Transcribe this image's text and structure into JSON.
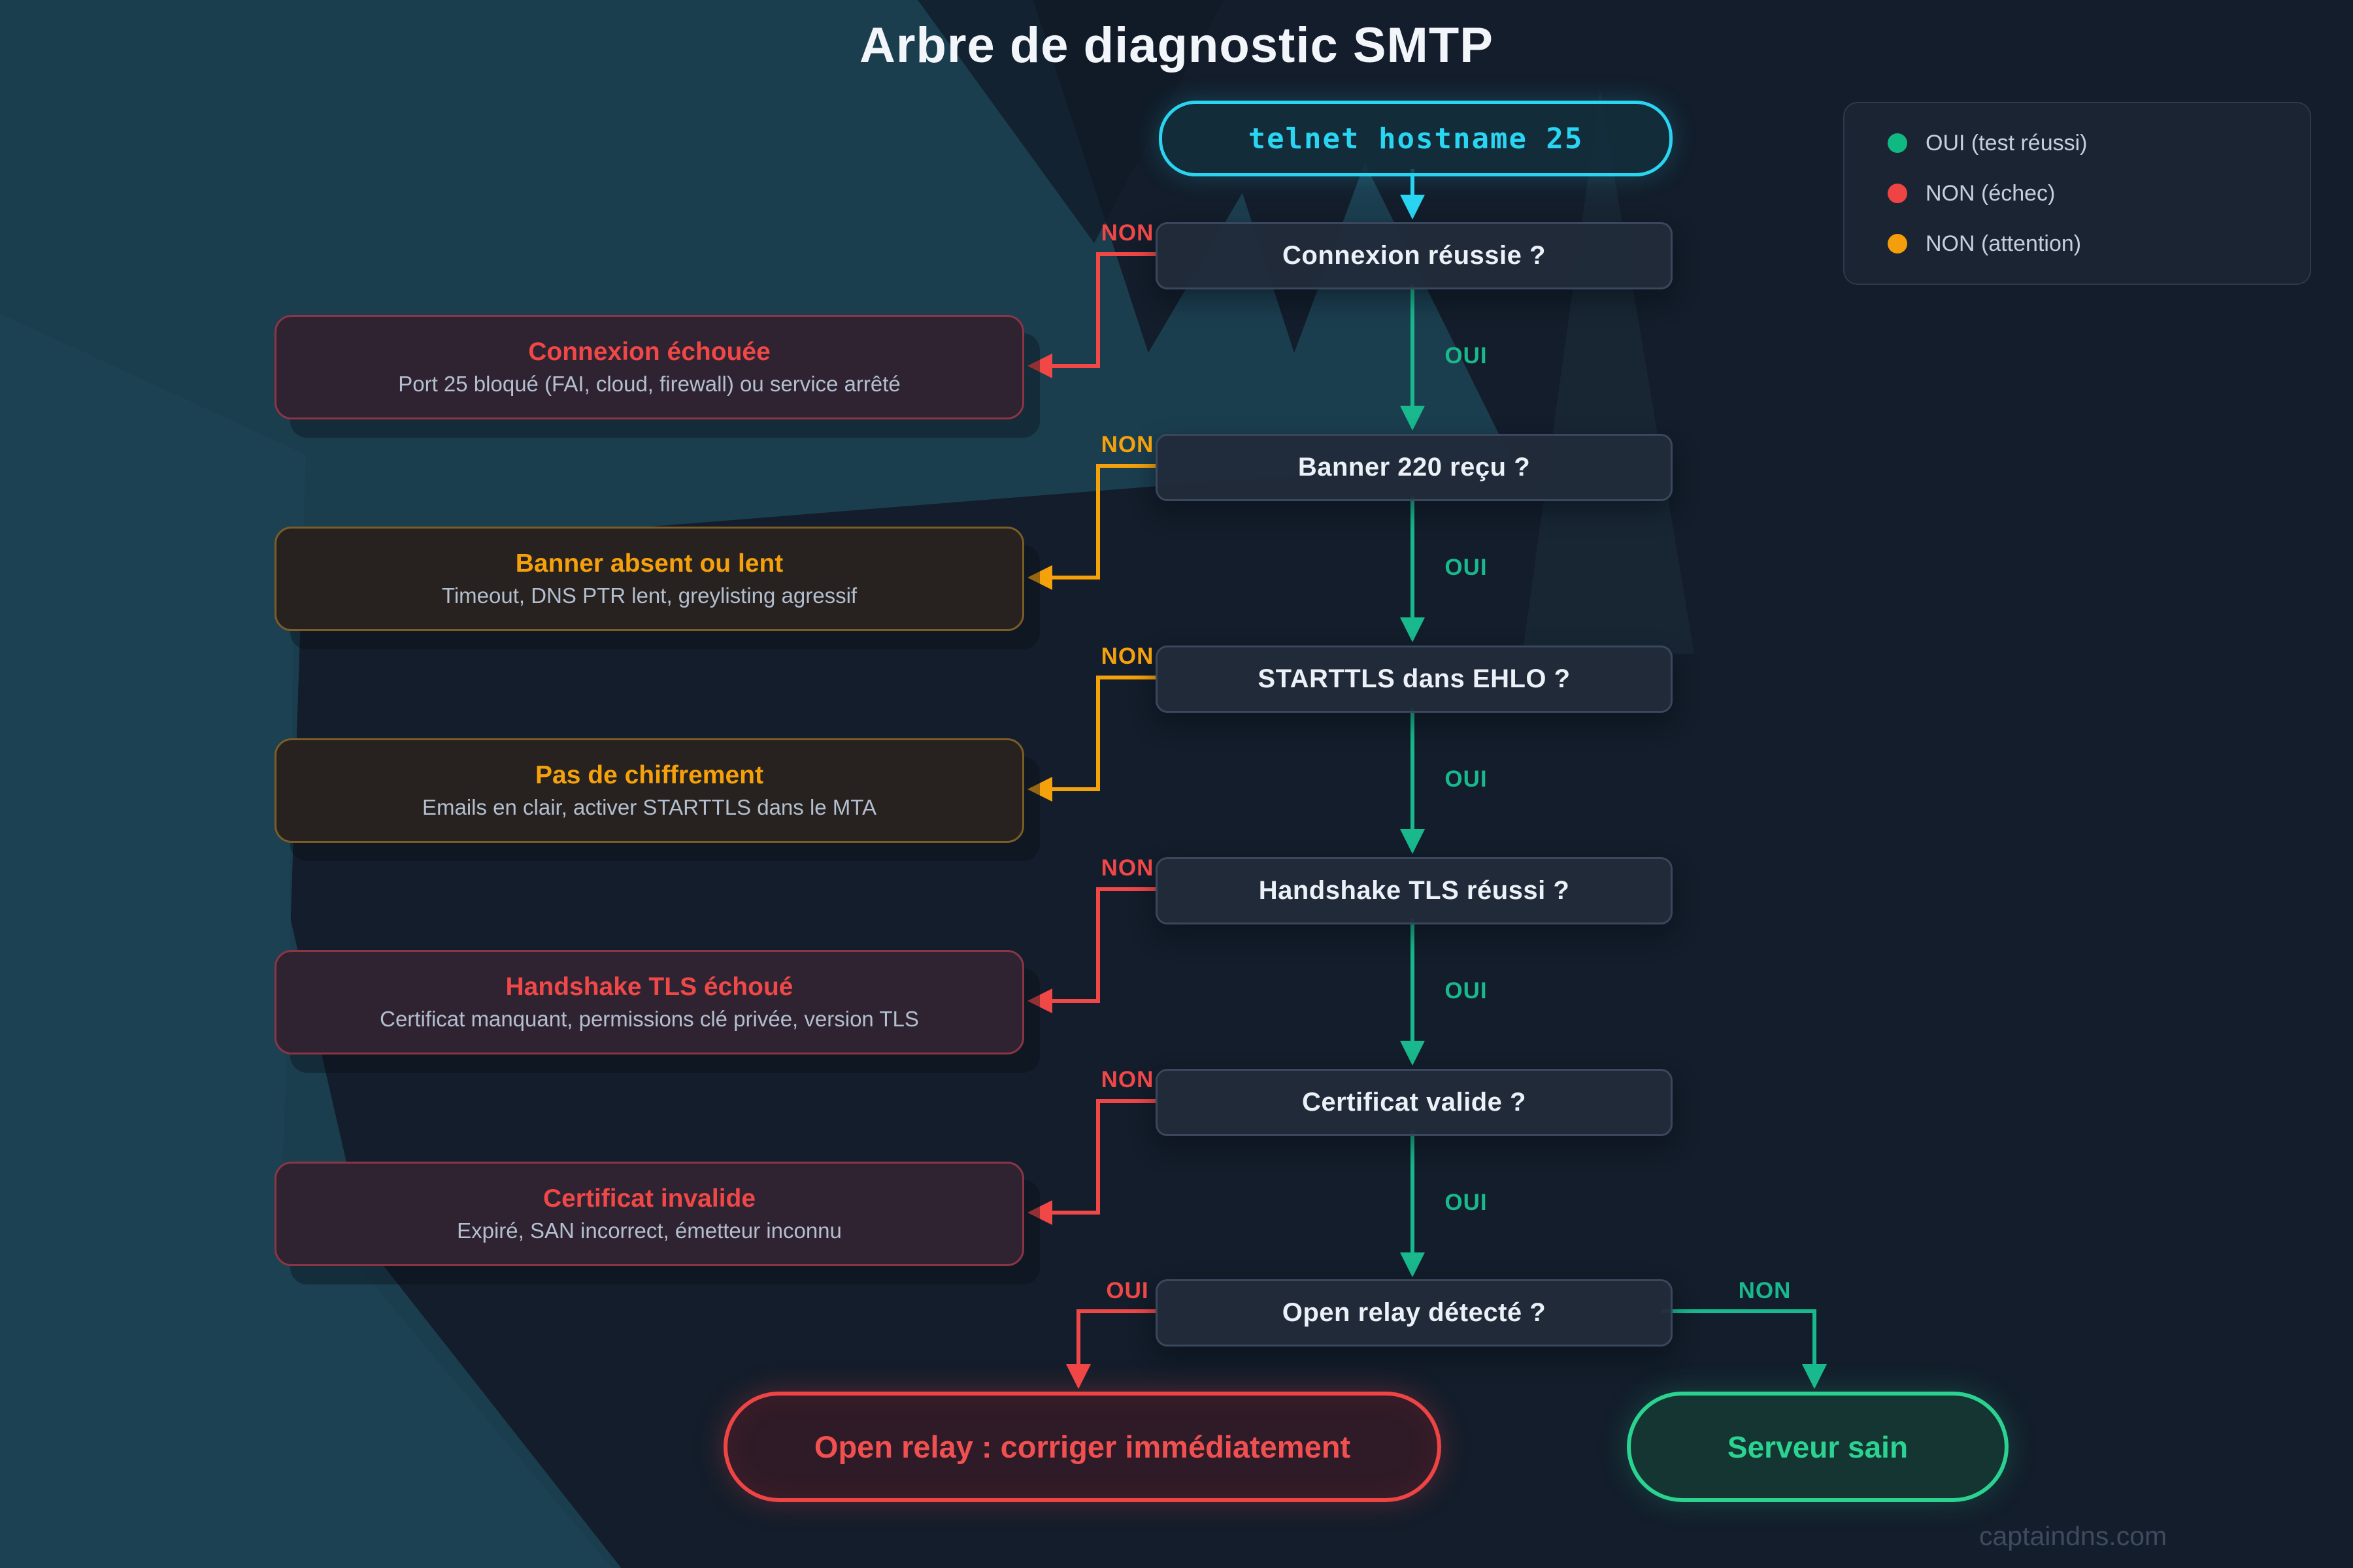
{
  "title": "Arbre de diagnostic SMTP",
  "watermark": "captaindns.com",
  "start_node": {
    "command": "telnet hostname 25"
  },
  "decisions": [
    {
      "question": "Connexion réussie ?",
      "yes_label": "OUI",
      "no_label": "NON",
      "no_type": "error"
    },
    {
      "question": "Banner 220 reçu ?",
      "yes_label": "OUI",
      "no_label": "NON",
      "no_type": "warning"
    },
    {
      "question": "STARTTLS dans EHLO ?",
      "yes_label": "OUI",
      "no_label": "NON",
      "no_type": "warning"
    },
    {
      "question": "Handshake TLS réussi ?",
      "yes_label": "OUI",
      "no_label": "NON",
      "no_type": "error"
    },
    {
      "question": "Certificat valide ?",
      "yes_label": "OUI",
      "no_label": "NON",
      "no_type": "error"
    },
    {
      "question": "Open relay détecté ?",
      "yes_label": "OUI",
      "no_label": "NON",
      "no_type": "success"
    }
  ],
  "failures": [
    {
      "title": "Connexion échouée",
      "detail": "Port 25 bloqué (FAI, cloud, firewall) ou service arrêté",
      "severity": "error"
    },
    {
      "title": "Banner absent ou lent",
      "detail": "Timeout, DNS PTR lent, greylisting agressif",
      "severity": "warning"
    },
    {
      "title": "Pas de chiffrement",
      "detail": "Emails en clair, activer STARTTLS dans le MTA",
      "severity": "warning"
    },
    {
      "title": "Handshake TLS échoué",
      "detail": "Certificat manquant, permissions clé privée, version TLS",
      "severity": "error"
    },
    {
      "title": "Certificat invalide",
      "detail": "Expiré, SAN incorrect, émetteur inconnu",
      "severity": "error"
    }
  ],
  "terminals": {
    "failure": {
      "label": "Open relay : corriger immédiatement"
    },
    "success": {
      "label": "Serveur sain"
    }
  },
  "legend": {
    "items": [
      {
        "label": "OUI (test réussi)",
        "color": "#10b981"
      },
      {
        "label": "NON (échec)",
        "color": "#ef4444"
      },
      {
        "label": "NON (attention)",
        "color": "#f59e0b"
      }
    ]
  },
  "colors": {
    "yes_green": "#19b98d",
    "no_error_red": "#f04747",
    "no_warning_orange": "#f5a10c",
    "start_cyan": "#29d5f1"
  }
}
